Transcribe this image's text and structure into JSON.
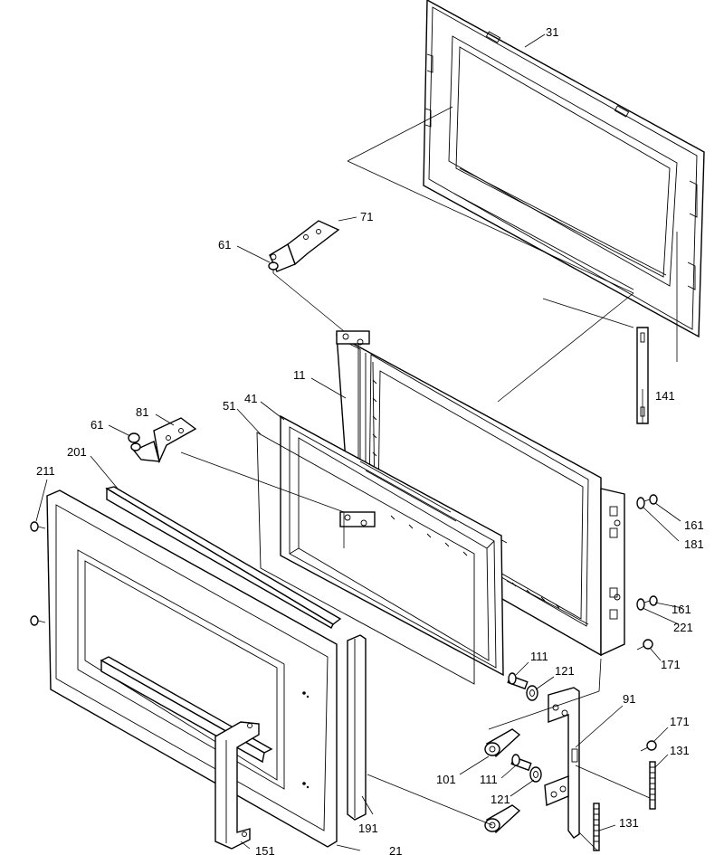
{
  "callouts": {
    "c31": "31",
    "c71": "71",
    "c61a": "61",
    "c11": "11",
    "c41": "41",
    "c141": "141",
    "c81": "81",
    "c51": "51",
    "c61b": "61",
    "c201": "201",
    "c211": "211",
    "c161a": "161",
    "c181": "181",
    "c161b": "161",
    "c221": "221",
    "c111a": "111",
    "c121a": "121",
    "c171a": "171",
    "c91": "91",
    "c171b": "171",
    "c131a": "131",
    "c101": "101",
    "c111b": "111",
    "c121b": "121",
    "c131b": "131",
    "c191": "191",
    "c151": "151",
    "c21": "21"
  }
}
